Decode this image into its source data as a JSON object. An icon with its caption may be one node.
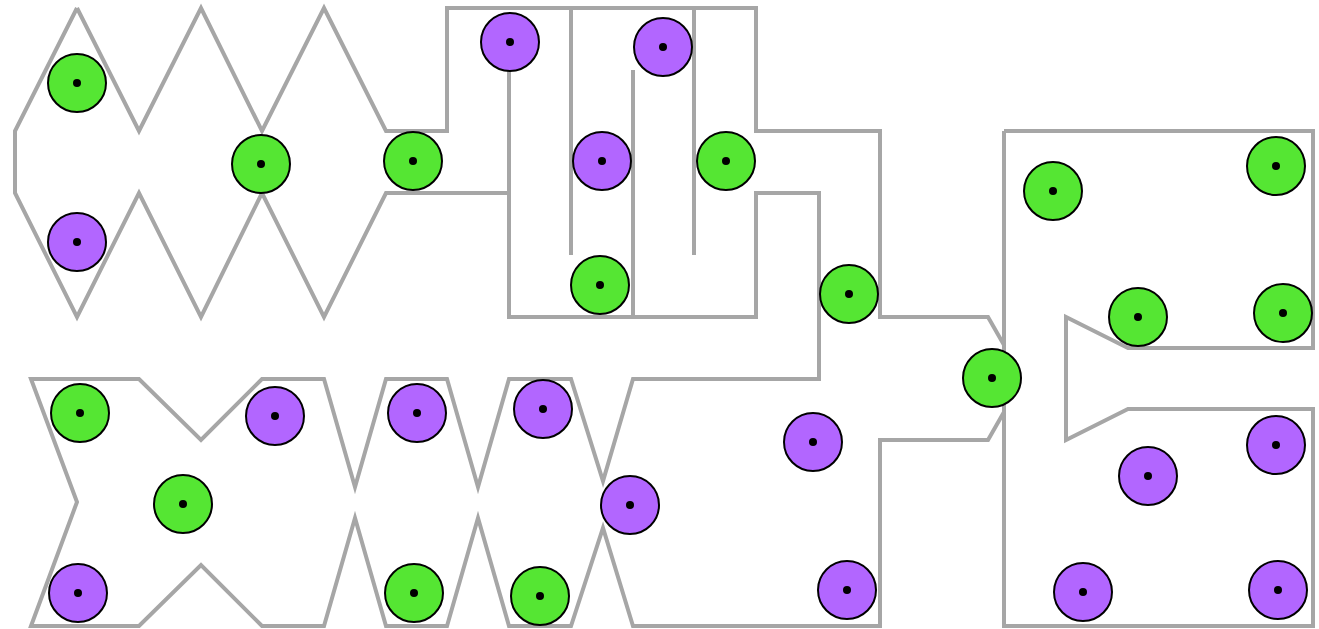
{
  "diagram": {
    "nodes": [
      {
        "text": [],
        "shape": "circle"
      },
      {
        "text": [],
        "shape": "circle"
      },
      {
        "text": [],
        "shape": "circle"
      },
      {
        "text": [],
        "shape": "circle"
      },
      {
        "text": [],
        "shape": "circle"
      },
      {
        "text": [],
        "shape": "circle"
      },
      {
        "text": [],
        "shape": "circle"
      },
      {
        "text": [],
        "shape": "circle"
      },
      {
        "text": [],
        "shape": "circle"
      },
      {
        "text": [],
        "shape": "circle"
      },
      {
        "text": [],
        "shape": "circle"
      },
      {
        "text": [],
        "shape": "circle"
      },
      {
        "text": [],
        "shape": "circle"
      },
      {
        "text": [],
        "shape": "circle"
      },
      {
        "text": [],
        "shape": "circle"
      },
      {
        "text": [],
        "shape": "circle"
      },
      {
        "text": [],
        "shape": "circle"
      },
      {
        "text": [],
        "shape": "circle"
      },
      {
        "text": [],
        "shape": "circle"
      },
      {
        "text": [],
        "shape": "circle"
      },
      {
        "text": [],
        "shape": "circle"
      },
      {
        "text": [],
        "shape": "circle"
      },
      {
        "text": [],
        "shape": "circle"
      },
      {
        "text": [],
        "shape": "circle"
      },
      {
        "text": [],
        "shape": "circle"
      },
      {
        "text": [],
        "shape": "circle"
      },
      {
        "text": [],
        "shape": "circle"
      },
      {
        "text": [],
        "shape": "circle"
      },
      {
        "text": [],
        "shape": "circle"
      },
      {
        "text": [],
        "shape": "circle"
      }
    ]
  }
}
